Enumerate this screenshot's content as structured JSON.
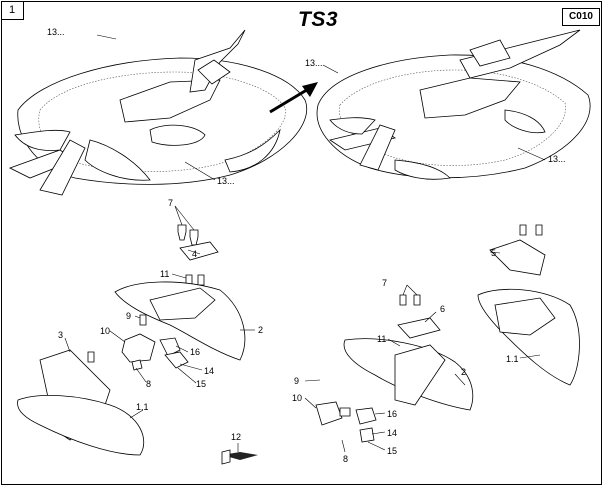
{
  "sheet": {
    "number": "1",
    "model": "TS3",
    "code": "C010"
  },
  "labels": {
    "l13a": "13...",
    "l13b": "13...",
    "l13c": "13...",
    "l13d": "13...",
    "l7a": "7",
    "l4": "4",
    "l11a": "11",
    "l9a": "9",
    "l2a": "2",
    "l10a": "10",
    "l16a": "16",
    "l3": "3",
    "l14a": "14",
    "l8a": "8",
    "l15a": "15",
    "l11b": "1.1",
    "l12": "12",
    "l5": "5",
    "l7b": "7",
    "l6": "6",
    "l11c": "11",
    "l11d": "1.1",
    "l9b": "9",
    "l2b": "2",
    "l10b": "10",
    "l16b": "16",
    "l14b": "14",
    "l8b": "8",
    "l15b": "15"
  }
}
